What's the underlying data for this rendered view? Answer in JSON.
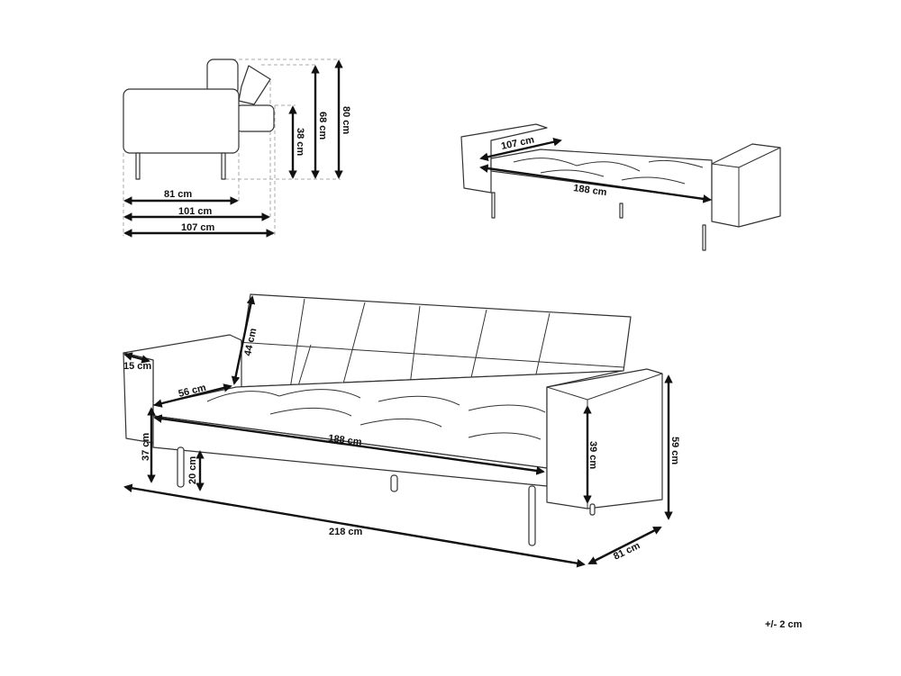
{
  "side_view": {
    "depth_seat": "81 cm",
    "depth_reclined": "101 cm",
    "depth_total": "107 cm",
    "seat_height": "38 cm",
    "height_reclined": "68 cm",
    "height_upright": "80 cm"
  },
  "bed_view": {
    "bed_width": "107 cm",
    "bed_length": "188 cm"
  },
  "front_view": {
    "arm_width": "15 cm",
    "back_height": "44 cm",
    "seat_depth": "56 cm",
    "seat_width": "188 cm",
    "seat_height": "37 cm",
    "leg_height": "20 cm",
    "total_width": "218 cm",
    "arm_height": "39 cm",
    "total_height": "59 cm",
    "total_depth": "81 cm"
  },
  "tolerance": "+/- 2 cm"
}
